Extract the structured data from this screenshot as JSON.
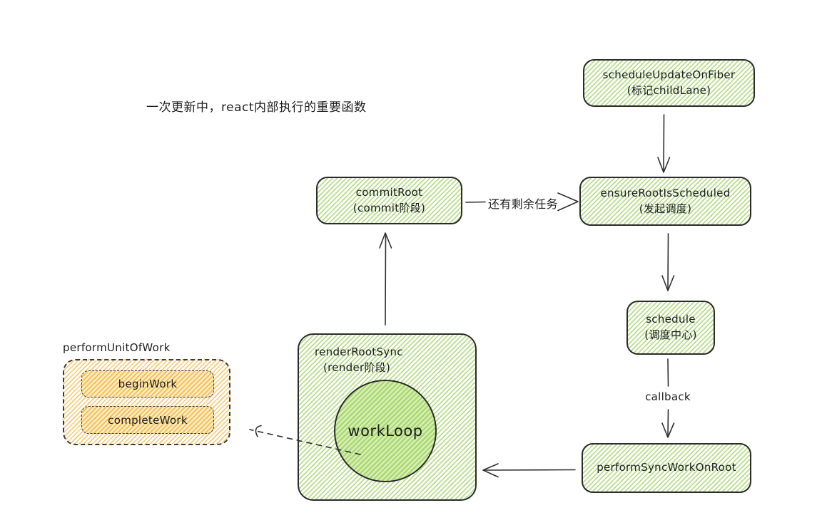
{
  "title": "一次更新中，react内部执行的重要函数",
  "nodes": {
    "schedule_update_on_fiber": {
      "line1": "scheduleUpdateOnFiber",
      "line2": "(标记childLane)"
    },
    "ensure_root_is_scheduled": {
      "line1": "ensureRootIsScheduled",
      "line2": "(发起调度)"
    },
    "commit_root": {
      "line1": "commitRoot",
      "line2": "(commit阶段)"
    },
    "schedule": {
      "line1": "schedule",
      "line2": "(调度中心)"
    },
    "perform_sync_work_on_root": {
      "line1": "performSyncWorkOnRoot"
    },
    "render_root_sync": {
      "line1": "renderRootSync",
      "line2": "(render阶段)"
    },
    "work_loop": {
      "label": "workLoop"
    },
    "perform_unit_of_work": {
      "label": "performUnitOfWork"
    },
    "begin_work": {
      "label": "beginWork"
    },
    "complete_work": {
      "label": "completeWork"
    }
  },
  "edge_labels": {
    "remaining_tasks": "还有剩余任务",
    "callback": "callback"
  },
  "colors": {
    "green_stripe": "#b9de8c",
    "green_dense_stripe": "#a9d873",
    "orange_stripe": "#f7ca74",
    "orange_dense_stripe": "#f5c25c",
    "border_dark": "#2b2b2b",
    "dashed_border": "#3a3a3a",
    "arrow": "#2f2f2f",
    "text": "#1e1e1e"
  }
}
